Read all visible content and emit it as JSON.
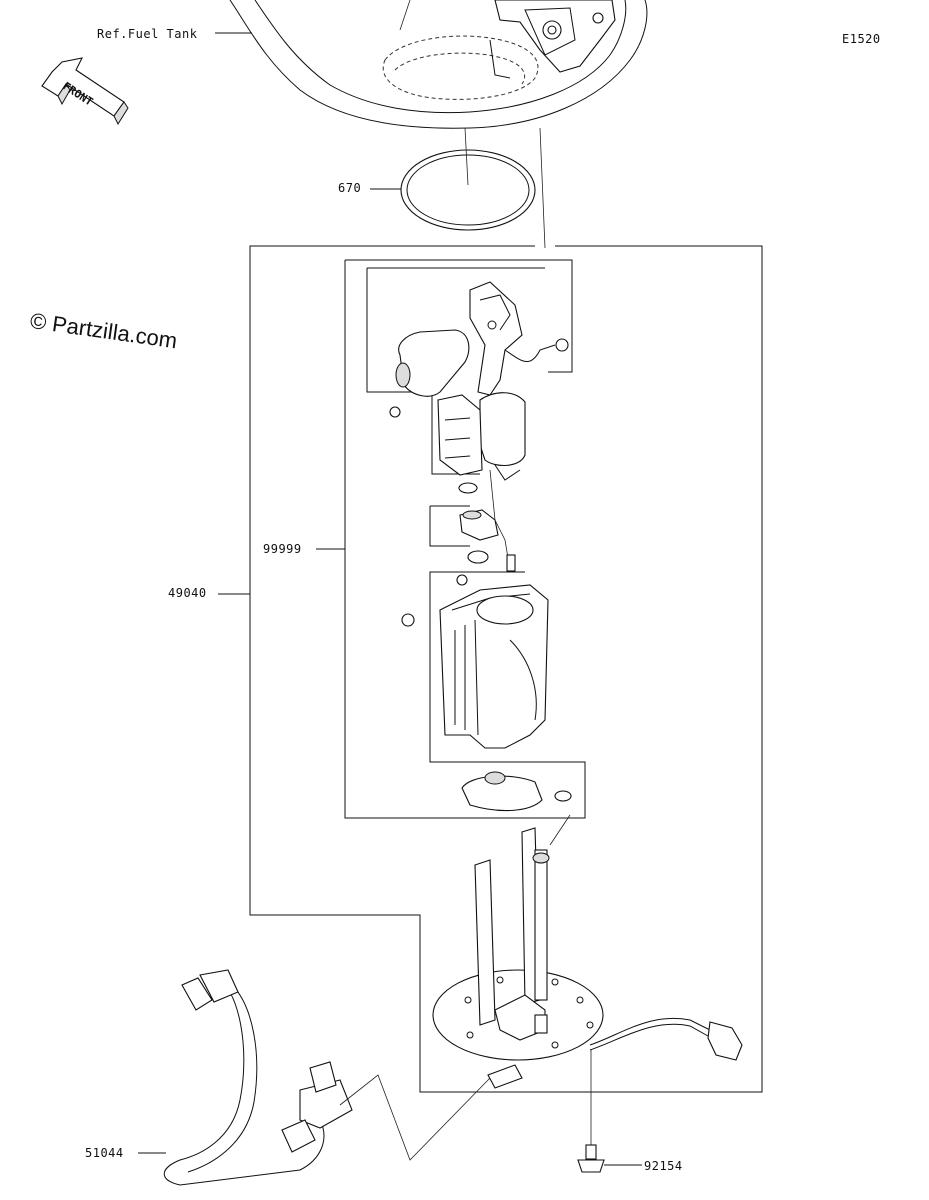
{
  "diagram_code": "E1520",
  "ref_label": "Ref.Fuel Tank",
  "front_arrow_label": "FRONT",
  "watermark": "© Partzilla.com",
  "callouts": {
    "c670": "670",
    "c99999": "99999",
    "c49040": "49040",
    "c51044": "51044",
    "c92154": "92154"
  }
}
